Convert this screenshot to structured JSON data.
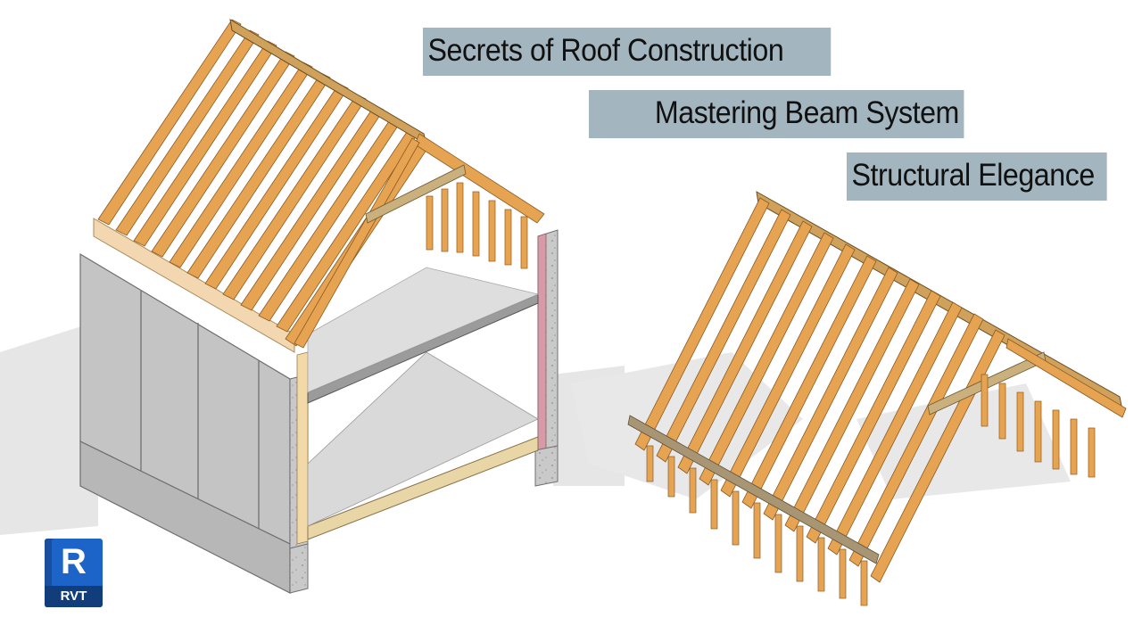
{
  "titles": {
    "line1": "Secrets of Roof Construction",
    "line2": "Mastering Beam System",
    "line3": "Structural Elegance"
  },
  "logo": {
    "letter": "R",
    "extension": "RVT",
    "color": "#1d64c8"
  },
  "colors": {
    "title_bg": "#a3b5bf",
    "timber": "#e8a95c",
    "concrete": "#bfbfbf"
  }
}
